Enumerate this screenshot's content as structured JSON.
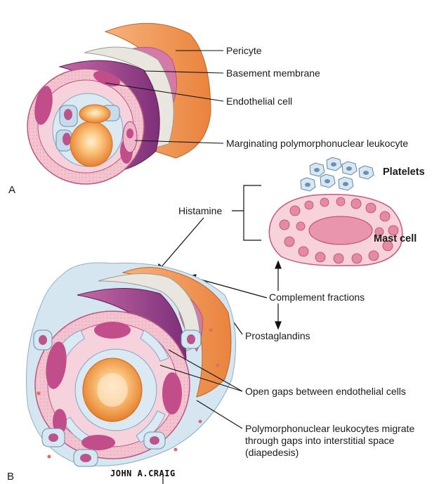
{
  "panel_letters": {
    "a": "A",
    "b": "B"
  },
  "labels": {
    "pericyte": "Pericyte",
    "basement_membrane": "Basement membrane",
    "endothelial_cell": "Endothelial cell",
    "marginating": "Marginating polymorphonuclear leukocyte",
    "platelets": "Platelets",
    "histamine": "Histamine",
    "mast_cell": "Mast cell",
    "complement_fractions": "Complement fractions",
    "prostaglandins": "Prostaglandins",
    "open_gaps": "Open gaps between endothelial cells",
    "pmn_migrate": "Polymorphonuclear leukocytes migrate through gaps into interstitial space (diapedesis)"
  },
  "signature": "JOHN A.CRAIG",
  "colors": {
    "pink_wall": "#f2b9c6",
    "purple_nuclei": "#c14d8a",
    "orange_pericyte": "#ef9a55",
    "basement_gray": "#e6e4dc",
    "lumen_blue": "#d4e6f1",
    "rbc_orange": "#f6a04c"
  }
}
